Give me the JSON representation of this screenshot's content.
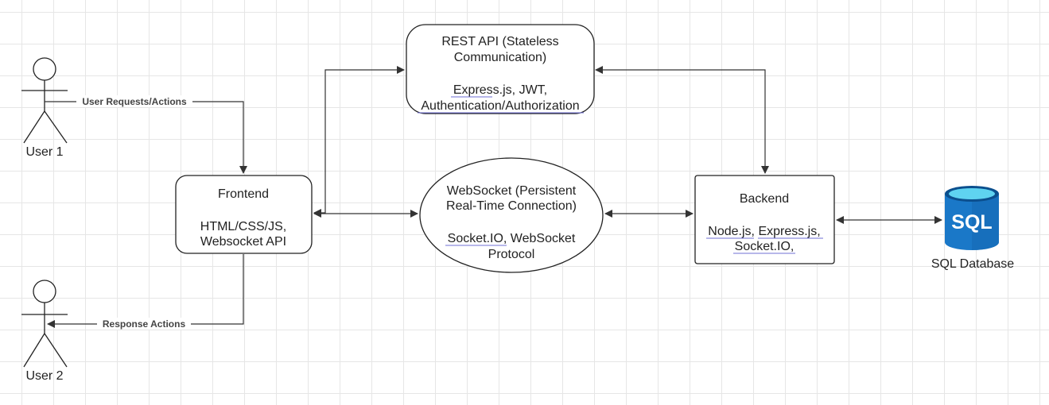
{
  "actors": {
    "user1": "User 1",
    "user2": "User 2"
  },
  "edges": {
    "user_requests": "User Requests/Actions",
    "response_actions": "Response Actions"
  },
  "nodes": {
    "frontend": {
      "title": "Frontend",
      "tech_line1": "HTML/CSS/JS,",
      "tech_line2": "Websocket API"
    },
    "rest_api": {
      "title_line1": "REST API (Stateless",
      "title_line2": "Communication)",
      "tech_line1": "Express.js, JWT,",
      "tech_line2": "Authentication/Authorization"
    },
    "websocket": {
      "title_line1": "WebSocket (Persistent",
      "title_line2": "Real-Time Connection)",
      "tech_line1": "Socket.IO, WebSocket",
      "tech_line2": "Protocol"
    },
    "backend": {
      "title": "Backend",
      "tech_line1": "Node.js, Express.js,",
      "tech_line2": "Socket.IO,"
    },
    "database": {
      "icon_text": "SQL",
      "label": "SQL Database"
    }
  },
  "colors": {
    "stroke": "#333333",
    "db_top": "#5fd3f0",
    "db_body": "#1a78c8",
    "db_dark": "#0b4f8e",
    "grid": "#e6e6e6"
  },
  "icons": [
    "actor-icon",
    "sql-database-icon",
    "arrow-head"
  ]
}
